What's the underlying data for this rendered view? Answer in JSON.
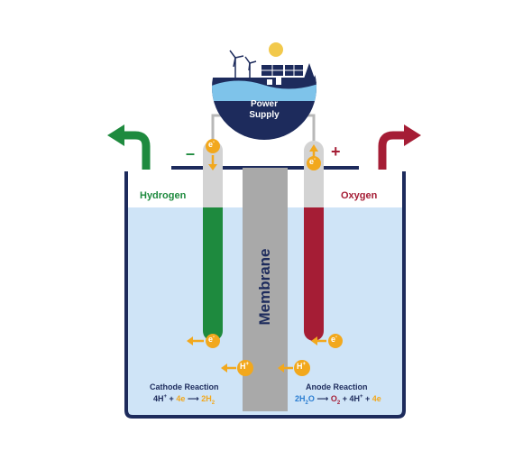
{
  "power_supply": {
    "line1": "Power",
    "line2": "Supply"
  },
  "terminals": {
    "negative": "–",
    "positive": "+"
  },
  "gases": {
    "hydrogen": "Hydrogen",
    "oxygen": "Oxygen"
  },
  "membrane": {
    "label": "Membrane"
  },
  "particles": {
    "electron": "e",
    "electron_sup": "-",
    "proton": "H",
    "proton_sup": "+"
  },
  "cathode": {
    "title": "Cathode Reaction",
    "eq_a": "4H",
    "eq_a_sup": "+",
    "eq_plus": "+",
    "eq_b": "4e",
    "eq_arrow": "⟶",
    "eq_c": "2H",
    "eq_c_sub": "2"
  },
  "anode": {
    "title": "Anode Reaction",
    "eq_a": "2H",
    "eq_a_sub": "2",
    "eq_a2": "O",
    "eq_arrow": "⟶",
    "eq_b": "O",
    "eq_b_sub": "2",
    "eq_plus1": "+",
    "eq_c": "4H",
    "eq_c_sup": "+",
    "eq_plus2": "+",
    "eq_d": "4e"
  },
  "colors": {
    "navy": "#1d2b5c",
    "water": "#cfe4f7",
    "cathode_green": "#1e8a3e",
    "anode_red": "#a51d35",
    "membrane_gray": "#a9a9a9",
    "electron_orange": "#f2a81d",
    "electrode_gray": "#d3d3d3"
  }
}
